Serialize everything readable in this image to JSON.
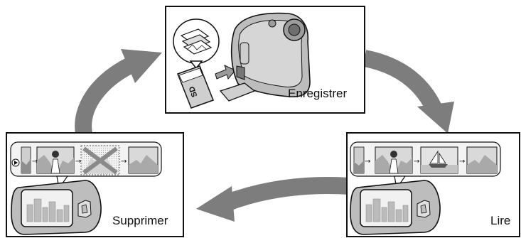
{
  "steps": {
    "record": "Enregistrer",
    "delete": "Supprimer",
    "play": "Lire"
  },
  "colors": {
    "arrow": "#7d7d7d",
    "panel_border": "#111111",
    "film_bg": "#f3f3f3",
    "delete_mark": "#8a8a8a",
    "camera_body": "#b9b9b9"
  },
  "icons": {
    "sd_card_logo": "SD"
  }
}
